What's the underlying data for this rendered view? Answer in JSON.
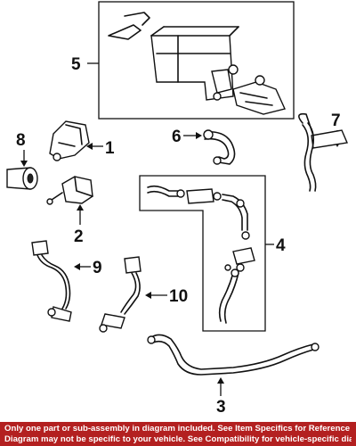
{
  "callouts": {
    "c1": "1",
    "c2": "2",
    "c3": "3",
    "c4": "4",
    "c5": "5",
    "c6": "6",
    "c7": "7",
    "c8": "8",
    "c9": "9",
    "c10": "10"
  },
  "footer": {
    "line1": "Only one part or sub-assembly in diagram included. See Item Specifics for Reference #.",
    "line2": "Diagram may not be specific to your vehicle. See Compatibility for vehicle-specific diagrams."
  },
  "colors": {
    "footer_bg": "#b32020",
    "footer_text": "#ffffff",
    "line": "#111111"
  }
}
